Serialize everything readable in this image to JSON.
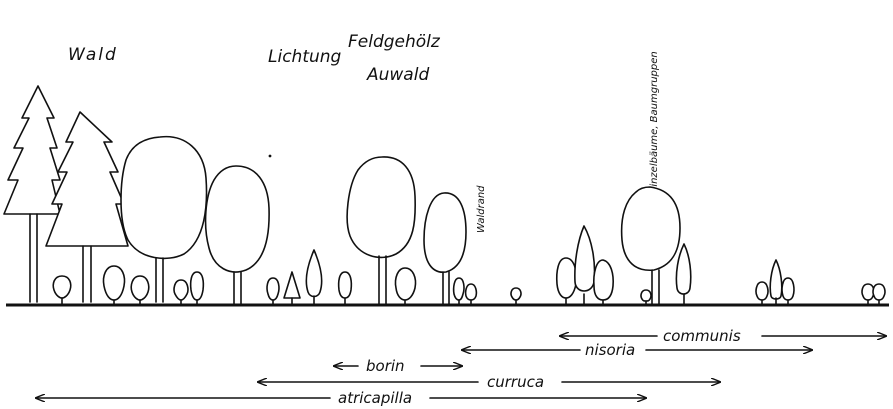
{
  "habitats": {
    "wald": "Wald",
    "lichtung": "Lichtung",
    "feldgeholz": "Feldgehölz",
    "auwald": "Auwald",
    "waldrand": "Waldrand",
    "einzelbaume": "Einzelbäume, Baumgruppen"
  },
  "species": [
    {
      "key": "communis",
      "label": "communis"
    },
    {
      "key": "nisoria",
      "label": "nisoria"
    },
    {
      "key": "borin",
      "label": "borin"
    },
    {
      "key": "curruca",
      "label": "curruca"
    },
    {
      "key": "atricapilla",
      "label": "atricapilla"
    }
  ]
}
